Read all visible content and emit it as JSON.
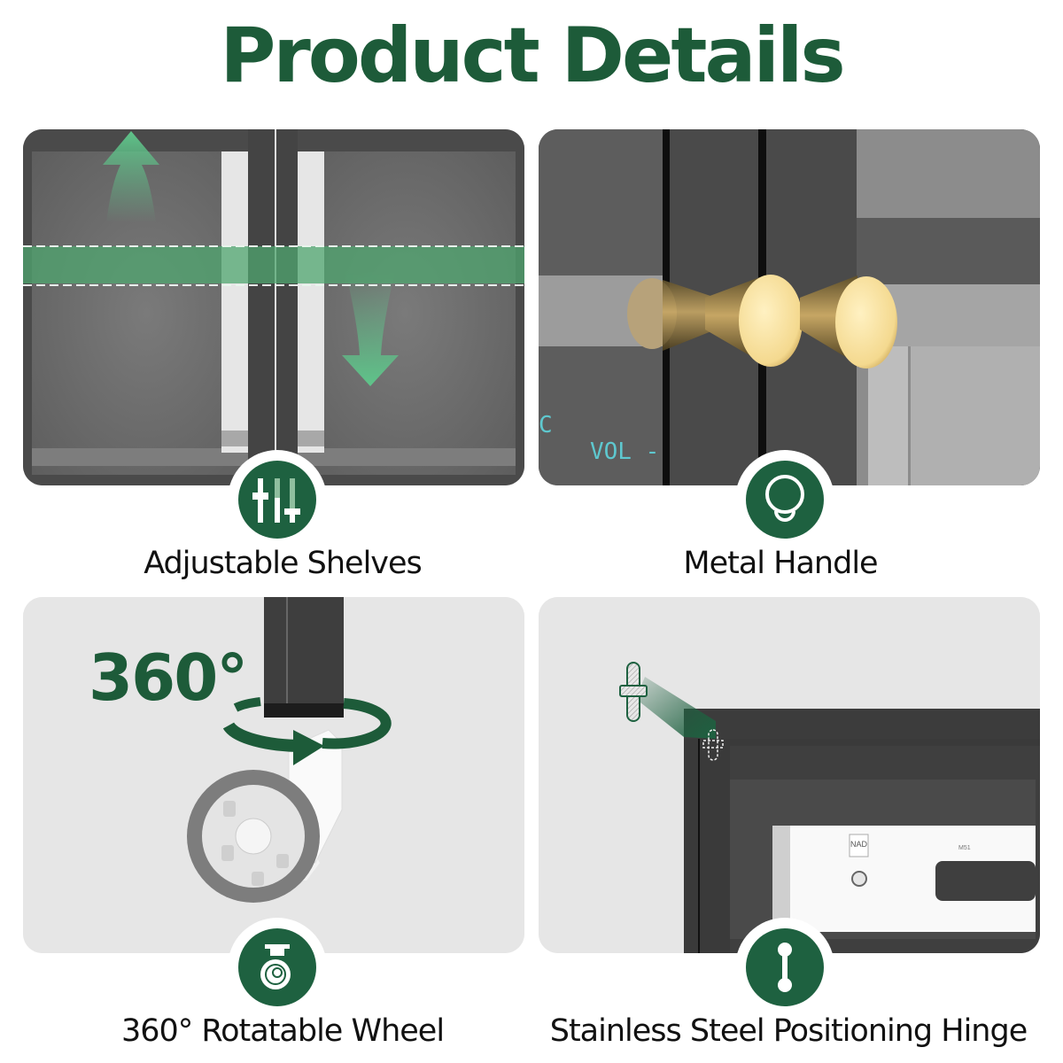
{
  "page": {
    "title": "Product Details",
    "accent_color": "#1e6140",
    "title_color": "#1d5b39"
  },
  "features": [
    {
      "label": "Adjustable Shelves",
      "icon": "sliders-icon",
      "image": "cabinet-interior-shelf-adjust"
    },
    {
      "label": "Metal Handle",
      "icon": "knob-handle-icon",
      "image": "gold-cone-knobs",
      "display_text_left": "C",
      "display_text": "VOL -"
    },
    {
      "label": "360° Rotatable Wheel",
      "icon": "caster-wheel-icon",
      "image": "swivel-caster",
      "overlay_text": "360°"
    },
    {
      "label": "Stainless Steel Positioning Hinge",
      "icon": "hinge-pin-icon",
      "image": "cabinet-corner-hinge",
      "device_brand": "NAD",
      "device_model": "M51"
    }
  ]
}
